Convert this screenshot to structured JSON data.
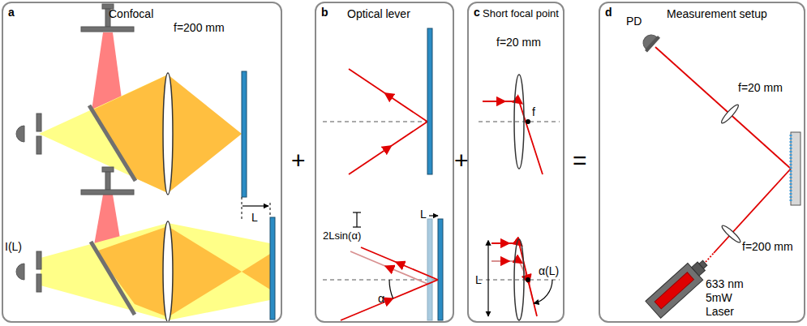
{
  "diagram": {
    "nodes": [
      {
        "text": [
          "a",
          "Confocal"
        ]
      },
      {
        "text": [
          "b",
          "Optical lever"
        ]
      },
      {
        "text": [
          "c",
          "Short focal point"
        ]
      },
      {
        "text": [
          "d",
          "Measurement setup"
        ]
      }
    ],
    "labels": [
      "f=200 mm",
      "L",
      "I(L)",
      "2Lsin(α)",
      "α",
      "L",
      "f=20 mm",
      "f",
      "L",
      "α(L)",
      "PD",
      "f=20 mm",
      "f=200 mm",
      "633 nm 5mW Laser",
      "+",
      "+",
      "="
    ]
  }
}
